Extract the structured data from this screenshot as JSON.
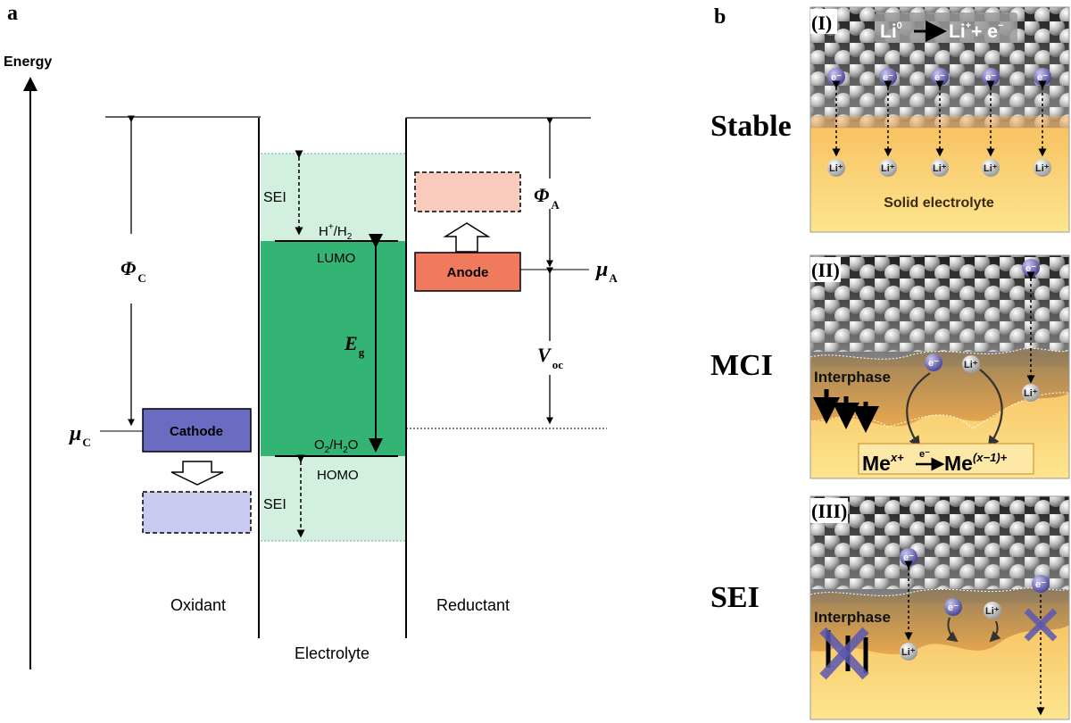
{
  "panel_a": {
    "label": "a",
    "energy_label": "Energy",
    "phi_c": "Φ",
    "phi_c_sub": "C",
    "phi_a": "Φ",
    "phi_a_sub": "A",
    "mu_c": "μ",
    "mu_c_sub": "C",
    "mu_a": "μ",
    "mu_a_sub": "A",
    "cathode": "Cathode",
    "anode": "Anode",
    "sei_top": "SEI",
    "sei_bottom": "SEI",
    "h_plus_h2": "H",
    "h_plus_sup": "+",
    "h_plus_rest": "/H",
    "h_plus_sub2": "2",
    "lumo": "LUMO",
    "homo": "HOMO",
    "o2_h2o_1": "O",
    "o2_h2o_sub1": "2",
    "o2_h2o_2": "/H",
    "o2_h2o_sub2": "2",
    "o2_h2o_3": "O",
    "eg": "E",
    "eg_sub": "g",
    "voc": "V",
    "voc_sub": "oc",
    "oxidant": "Oxidant",
    "electrolyte": "Electrolyte",
    "reductant": "Reductant",
    "colors": {
      "electrolyte_band": "#2fb072",
      "sei_band": "#cfeedd",
      "cathode": "#6a6cc2",
      "cathode_ghost": "#c8caf0",
      "anode": "#f07a5d",
      "anode_ghost": "#f9cbbd"
    }
  },
  "panel_b": {
    "label": "b",
    "rows": [
      {
        "roman": "(I)",
        "name": "Stable"
      },
      {
        "roman": "(II)",
        "name": "MCI"
      },
      {
        "roman": "(III)",
        "name": "SEI"
      }
    ],
    "reaction_li": "Li",
    "reaction_li_sup": "0",
    "reaction_li_plus": "Li",
    "reaction_li_plus_sup": "+",
    "reaction_e": "+ e",
    "reaction_e_sup": "−",
    "solid_electrolyte": "Solid electrolyte",
    "interphase": "Interphase",
    "electron": "e⁻",
    "lithium_ion": "Li⁺",
    "me_reaction_1": "Me",
    "me_reaction_sup1": "x+",
    "me_reaction_e": "e⁻",
    "me_reaction_2": "Me",
    "me_reaction_sup2": "(x−1)+",
    "colors": {
      "metal_dark": "#2f2f2f",
      "electrolyte_orange": "#f2a43a",
      "electrolyte_yellow": "#fde38a",
      "electron_ball": "#5a57a8"
    }
  }
}
